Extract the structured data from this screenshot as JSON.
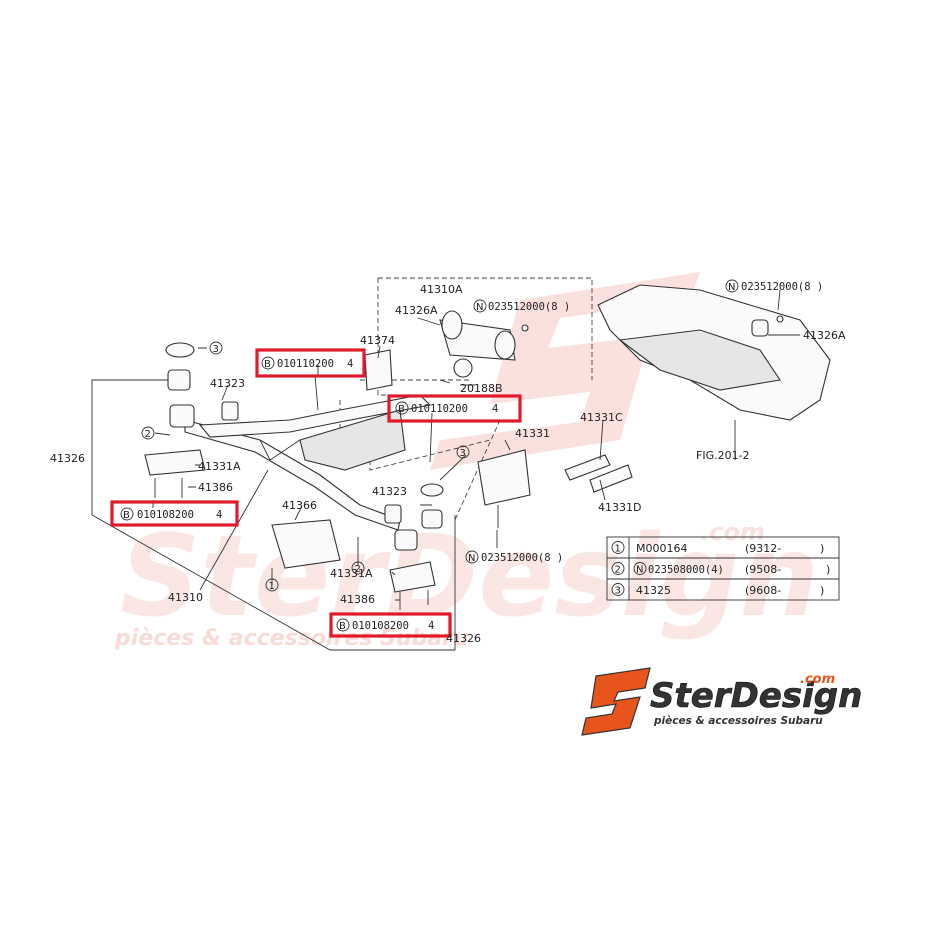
{
  "watermark": {
    "logo_text": "SterDesign",
    "com_text": ".com",
    "tagline": "pièces & accessoires Subaru",
    "color": "#f2b8b0"
  },
  "logo": {
    "name": "SterDesign",
    "com": ".com",
    "tagline": "pièces & accessoires Subaru",
    "orange": "#e8551c",
    "dark": "#333333"
  },
  "highlight_color": "#e0192b",
  "parts": {
    "p41310A": "41310A",
    "p41326A_top": "41326A",
    "bolt_023512_top": "023512000(8 )",
    "p41374": "41374",
    "p20188B": "20188B",
    "bolt_010110_a_prefix": "010110200",
    "bolt_010110_a_qty": "4",
    "bolt_010110_b_prefix": "010110200",
    "bolt_010110_b_qty": "4",
    "p41323_top": "41323",
    "p41326_left": "41326",
    "p41331A_top": "41331A",
    "p41386_top": "41386",
    "bolt_010108_a_prefix": "010108200",
    "bolt_010108_a_qty": "4",
    "p41366": "41366",
    "p41323_mid": "41323",
    "p41331": "41331",
    "bolt_023512_mid": "023512000(8 )",
    "p41331C": "41331C",
    "p41331D": "41331D",
    "p41331A_bot": "41331A",
    "p41386_bot": "41386",
    "bolt_010108_b_prefix": "010108200",
    "bolt_010108_b_qty": "4",
    "p41326_bot": "41326",
    "p41310": "41310",
    "fig_ref": "FIG.201-2",
    "bolt_023512_right": "023512000(8 )",
    "p41326A_right": "41326A"
  },
  "circles": {
    "b": "B",
    "n": "N",
    "one": "1",
    "two": "2",
    "three": "3"
  },
  "legend": {
    "rows": [
      {
        "num": "1",
        "part": "M000164",
        "range": "(9312-",
        "close": ")"
      },
      {
        "num": "2",
        "prefix": "N",
        "part": "023508000(4)",
        "range": "(9508-",
        "close": ")"
      },
      {
        "num": "3",
        "part": "41325",
        "range": "(9608-",
        "close": ")"
      }
    ]
  }
}
